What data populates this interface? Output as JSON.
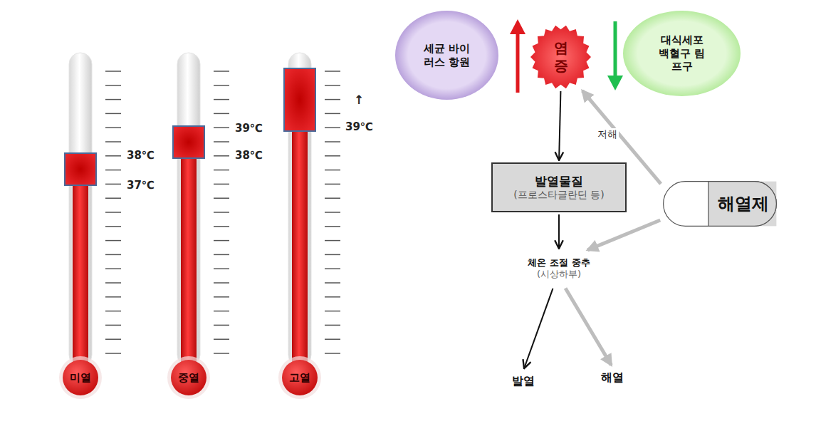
{
  "diagram": {
    "nodes": [
      {
        "text": [
          "세균 바이러스 항원"
        ]
      },
      {
        "text": [
          "염 증"
        ]
      },
      {
        "text": [
          "대식세포 백혈구 림프구"
        ]
      },
      {
        "text": [
          "발열물질",
          "(프로스타글란딘 등)"
        ]
      },
      {
        "text": [
          "해열제"
        ]
      },
      {
        "text": [
          "체온 조절 중추",
          "(시상하부)"
        ]
      },
      {
        "text": [
          "발열"
        ]
      },
      {
        "text": [
          "해열"
        ]
      }
    ],
    "edges": [
      {
        "from": 1,
        "to": 3,
        "arrow": "to"
      },
      {
        "from": 3,
        "to": 5,
        "arrow": "to"
      },
      {
        "from": 5,
        "to": 6,
        "arrow": "to"
      },
      {
        "from": 5,
        "to": 7,
        "arrow": "to"
      },
      {
        "from": 4,
        "to": 1,
        "label": "저해",
        "arrow": "to"
      },
      {
        "from": 4,
        "to": 5,
        "arrow": "to"
      }
    ],
    "labels": [
      "38℃",
      "37℃",
      "39℃",
      "38℃",
      "↑",
      "39℃",
      "미열",
      "중열",
      "고열"
    ]
  }
}
